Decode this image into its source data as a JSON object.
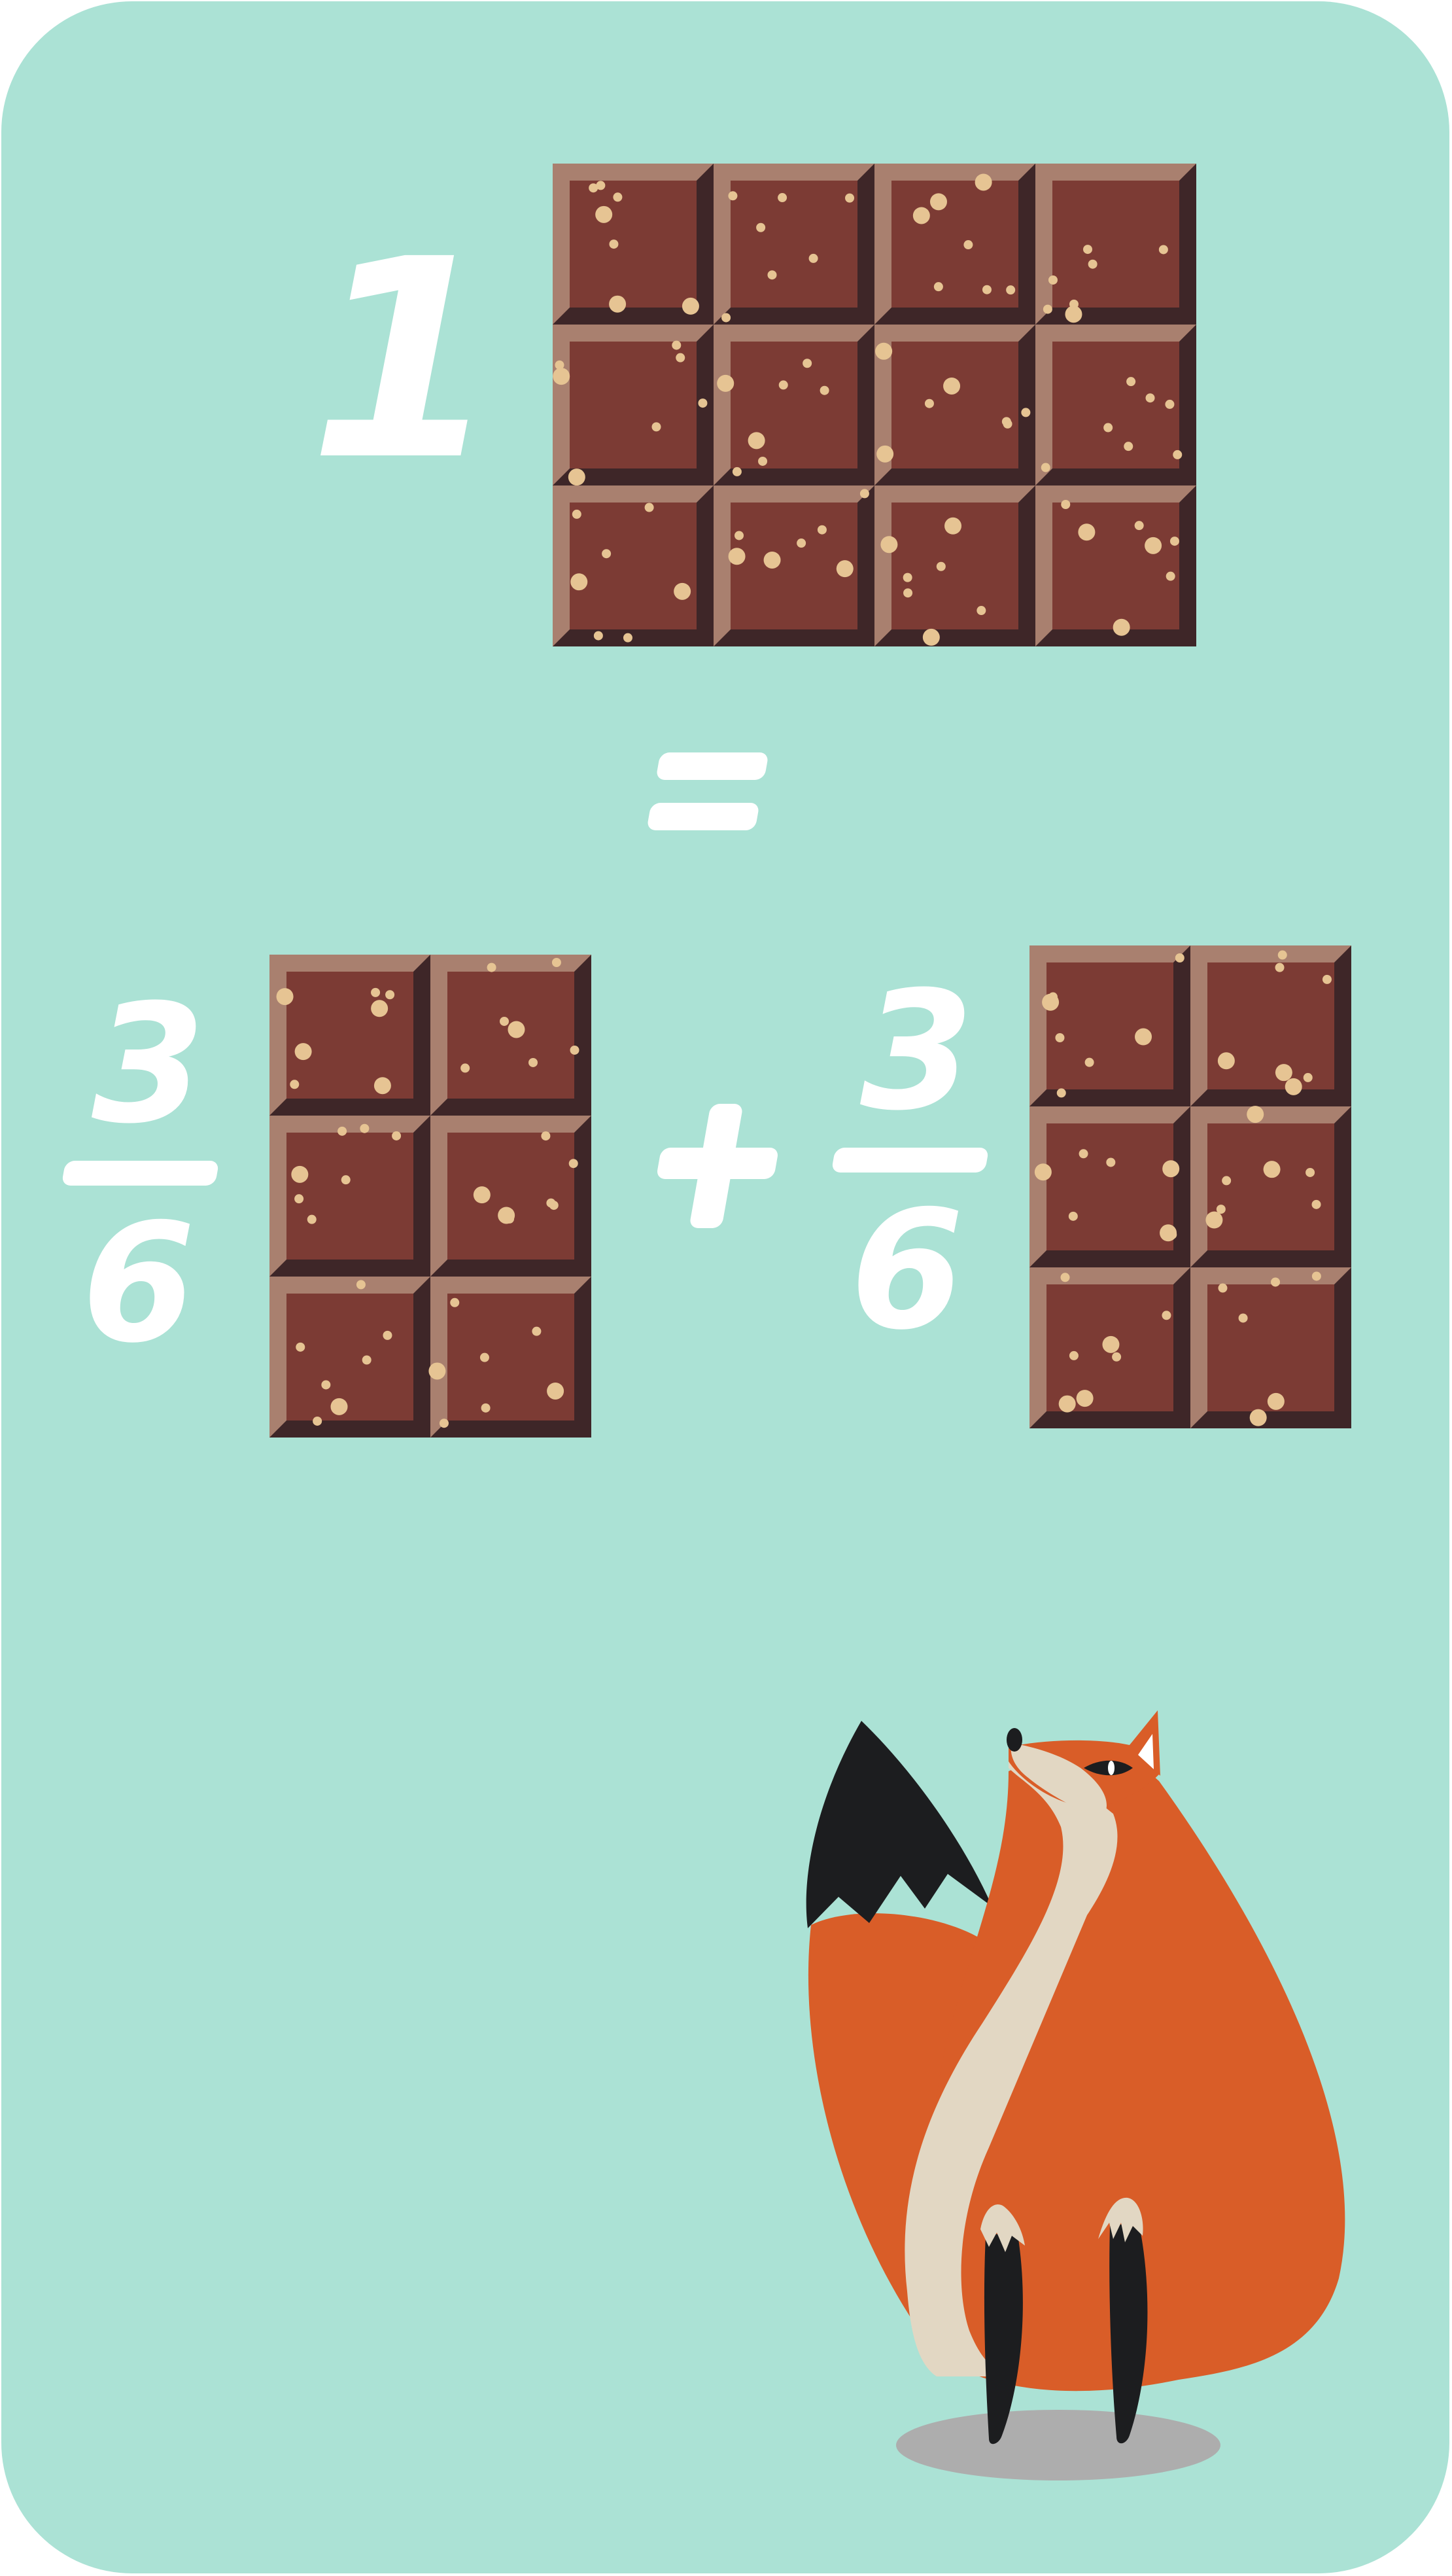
{
  "colors": {
    "background": "#abe2d5",
    "chocolate_top": "#7c3b34",
    "chocolate_light_edge": "#a9806f",
    "chocolate_dark_edge": "#3e2628",
    "sprinkle": "#e6c493",
    "numeral": "#ffffff",
    "fox_orange": "#d95d28",
    "fox_cream": "#e2d7c3",
    "fox_black": "#1c1d1f",
    "shadow": "#adadad"
  },
  "equation": {
    "whole": "1",
    "equals": "=",
    "plus": "+",
    "left_fraction": {
      "numerator": "3",
      "denominator": "6"
    },
    "right_fraction": {
      "numerator": "3",
      "denominator": "6"
    }
  },
  "bars": {
    "whole_bar": {
      "rows": 3,
      "cols": 4
    },
    "left_half_bar": {
      "rows": 3,
      "cols": 2
    },
    "right_half_bar": {
      "rows": 3,
      "cols": 2
    }
  },
  "illustration": {
    "animal": "fox-icon"
  }
}
